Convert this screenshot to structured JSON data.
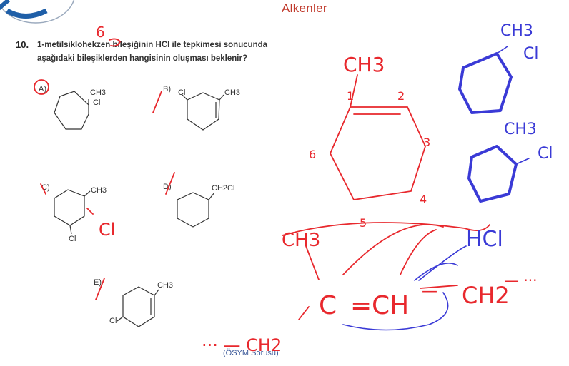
{
  "header": {
    "title": "Alkenler"
  },
  "question": {
    "number": "10.",
    "line1": "1-metilsiklohekzen bileşiğinin HCl ile tepkimesi sonucunda",
    "line2": "aşağıdaki bileşiklerden hangisinin oluşması beklenir?"
  },
  "options": [
    {
      "letter": "A)",
      "labels": [
        "CH3",
        "Cl"
      ]
    },
    {
      "letter": "B)",
      "labels": [
        "Cl",
        "CH3"
      ]
    },
    {
      "letter": "C)",
      "labels": [
        "CH3",
        "Cl"
      ]
    },
    {
      "letter": "D)",
      "labels": [
        "CH2Cl"
      ]
    },
    {
      "letter": "E)",
      "labels": [
        "CH3",
        "Cl"
      ]
    }
  ],
  "source": "(ÖSYM Sorusu)",
  "handwriting": {
    "red": [
      "6",
      "CH3",
      "1",
      "2",
      "3",
      "4",
      "5",
      "6",
      "Cl",
      "CH3",
      "C",
      "=",
      "CH",
      "—",
      "CH2",
      "— ··· ",
      "··· — CH2"
    ],
    "blue": [
      "CH3",
      "Cl",
      "CH3",
      "Cl",
      "HCl"
    ]
  },
  "colors": {
    "ink_red": "#e8282d",
    "ink_blue": "#3a3ad6",
    "header_red": "#c0392b",
    "logo_blue": "#1f5fa8"
  }
}
